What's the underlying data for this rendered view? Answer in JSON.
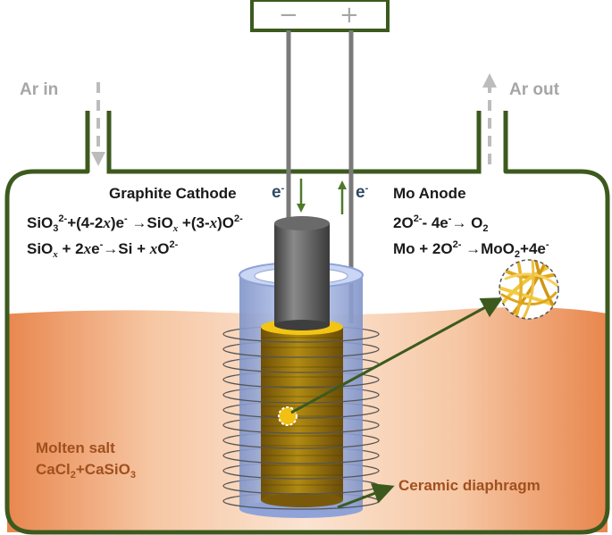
{
  "power_supply": {
    "minus": "−",
    "plus": "+"
  },
  "gas": {
    "inlet_label": "Ar in",
    "outlet_label": "Ar out"
  },
  "electrodes": {
    "cathode_label": "Graphite Cathode",
    "anode_label": "Mo Anode",
    "electron_symbol": "e",
    "electron_charge": "-"
  },
  "cathode_reactions": {
    "r1": {
      "a": "SiO",
      "a_sub": "3",
      "a_sup": "2-",
      "b": "+(4-2",
      "x1": "x",
      "c": ")e",
      "c_sup": "-",
      "d": " →SiO",
      "d_sub": "x",
      "e": " +(3-",
      "x2": "x",
      "f": ")O",
      "f_sup": "2-"
    },
    "r2": {
      "a": "SiO",
      "a_sub": "x",
      "b": " + 2",
      "x1": "x",
      "c": "e",
      "c_sup": "-",
      "d": "→Si + ",
      "x2": "x",
      "e": "O",
      "e_sup": "2-"
    }
  },
  "anode_reactions": {
    "r1": {
      "a": "2O",
      "a_sup": "2-",
      "b": "- 4e",
      "b_sup": "-",
      "c": "→ O",
      "c_sub": "2"
    },
    "r2": {
      "a": "Mo + 2O",
      "a_sup": "2-",
      "b": " →MoO",
      "b_sub": "2",
      "c": "+4e",
      "c_sup": "-"
    }
  },
  "electrolyte": {
    "label": "Molten salt",
    "f1": "CaCl",
    "f1_sub": "2",
    "f2": "+CaSiO",
    "f2_sub": "3"
  },
  "diaphragm": {
    "label": "Ceramic diaphragm"
  },
  "colors": {
    "vessel_outline": "#3c5a1e",
    "molten_salt": "#e8915a",
    "graphite": "#5a5a5a",
    "gold": "#e6b41e",
    "ceramic": "#9ab0e6"
  }
}
